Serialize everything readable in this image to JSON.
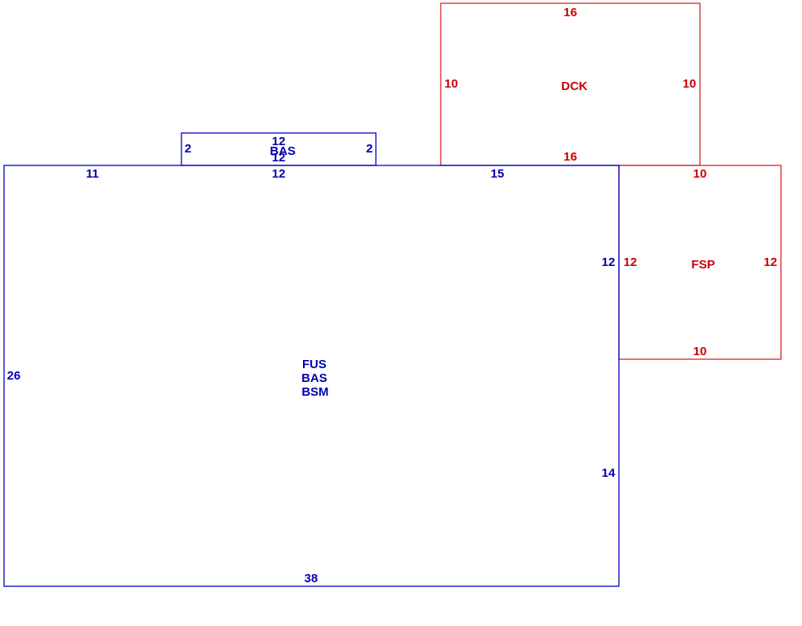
{
  "colors": {
    "main": "#0000b0",
    "addon": "#cc0000"
  },
  "main_building": {
    "labels": [
      "FUS",
      "BAS",
      "BSM"
    ],
    "dims": {
      "top_left": "11",
      "top_mid": "12",
      "top_right": "15",
      "left": "26",
      "right_upper": "12",
      "right_lower": "14",
      "bottom": "38"
    }
  },
  "bay": {
    "label": "BAS",
    "dims": {
      "top": "12",
      "bottom": "12",
      "left": "2",
      "right": "2"
    }
  },
  "deck": {
    "label": "DCK",
    "dims": {
      "top": "16",
      "bottom": "16",
      "left": "10",
      "right": "10"
    }
  },
  "porch": {
    "label": "FSP",
    "dims": {
      "top": "10",
      "bottom": "10",
      "left": "12",
      "right": "12"
    }
  }
}
